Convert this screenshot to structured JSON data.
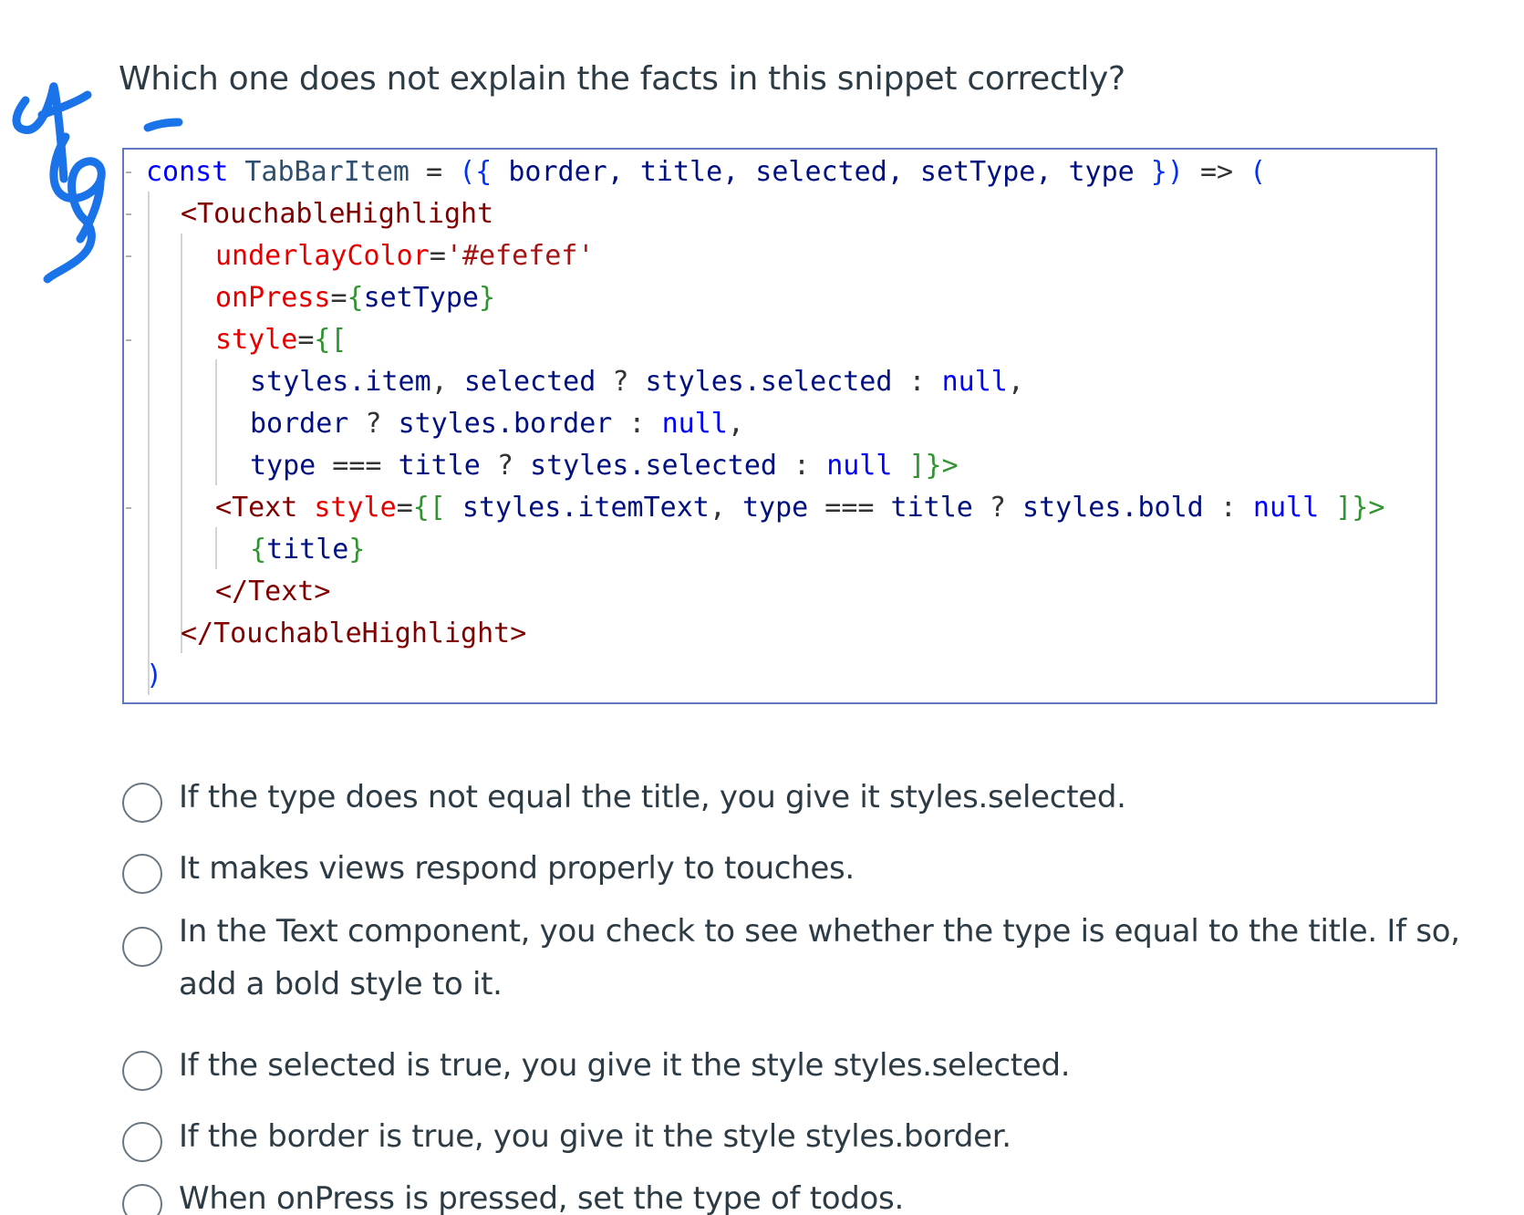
{
  "question": {
    "text": "Which one does not explain the facts in this snippet correctly?"
  },
  "code": {
    "line1": {
      "kw": "const",
      "name": "TabBarItem",
      "eq": " = ",
      "open": "({",
      "params": " border, title, selected, setType, type ",
      "close": "})",
      "arrow": " => ",
      "paren": "("
    },
    "line2": {
      "open": "<",
      "tag": "TouchableHighlight"
    },
    "line3": {
      "attr": "underlayColor",
      "eq": "=",
      "value": "'#efefef'"
    },
    "line4": {
      "attr": "onPress",
      "eq": "=",
      "open": "{",
      "value": "setType",
      "close": "}"
    },
    "line5": {
      "attr": "style",
      "eq": "=",
      "open": "{[",
      "rest": ""
    },
    "line6": {
      "a": "styles.item",
      "b": ", ",
      "c": "selected",
      "d": " ? ",
      "e": "styles.selected",
      "f": " : ",
      "g": "null",
      "h": ","
    },
    "line7": {
      "a": "border",
      "b": " ? ",
      "c": "styles.border",
      "d": " : ",
      "e": "null",
      "f": ","
    },
    "line8": {
      "a": "type",
      "b": " === ",
      "c": "title",
      "d": " ? ",
      "e": "styles.selected",
      "f": " : ",
      "g": "null",
      "h": " ]}>"
    },
    "line9": {
      "open": "<",
      "tag": "Text",
      "sp": " ",
      "attr": "style",
      "eq": "=",
      "br": "{[",
      "a": " styles.itemText",
      "b": ", ",
      "c": "type",
      "d": " === ",
      "e": "title",
      "f": " ? ",
      "g": "styles.bold",
      "h": " : ",
      "i": "null",
      "j": " ]}>"
    },
    "line10": {
      "open": "{",
      "value": "title",
      "close": "}"
    },
    "line11": {
      "open": "</",
      "tag": "Text",
      "close": ">"
    },
    "line12": {
      "open": "</",
      "tag": "TouchableHighlight",
      "close": ">"
    },
    "line13": {
      "paren": ")"
    }
  },
  "options": [
    {
      "label": "If the type does not equal the title, you give it styles.selected."
    },
    {
      "label": "It makes views respond properly to touches."
    },
    {
      "label": "In the Text component, you check to see whether the type is equal to the title. If so, add a bold style to it."
    },
    {
      "label": "If the selected is true, you give it the style styles.selected."
    },
    {
      "label": "If the border is true, you give it the style styles.border."
    },
    {
      "label": "When onPress is pressed, set the type of todos."
    }
  ],
  "colors": {
    "question_text": "#2d3b45",
    "code_border": "#6078bf",
    "ink": "#1a73e8",
    "radio_border": "#6b7780"
  },
  "icons": {
    "annotation": "handwritten-scribble-icon",
    "radio": "radio-button-icon"
  }
}
